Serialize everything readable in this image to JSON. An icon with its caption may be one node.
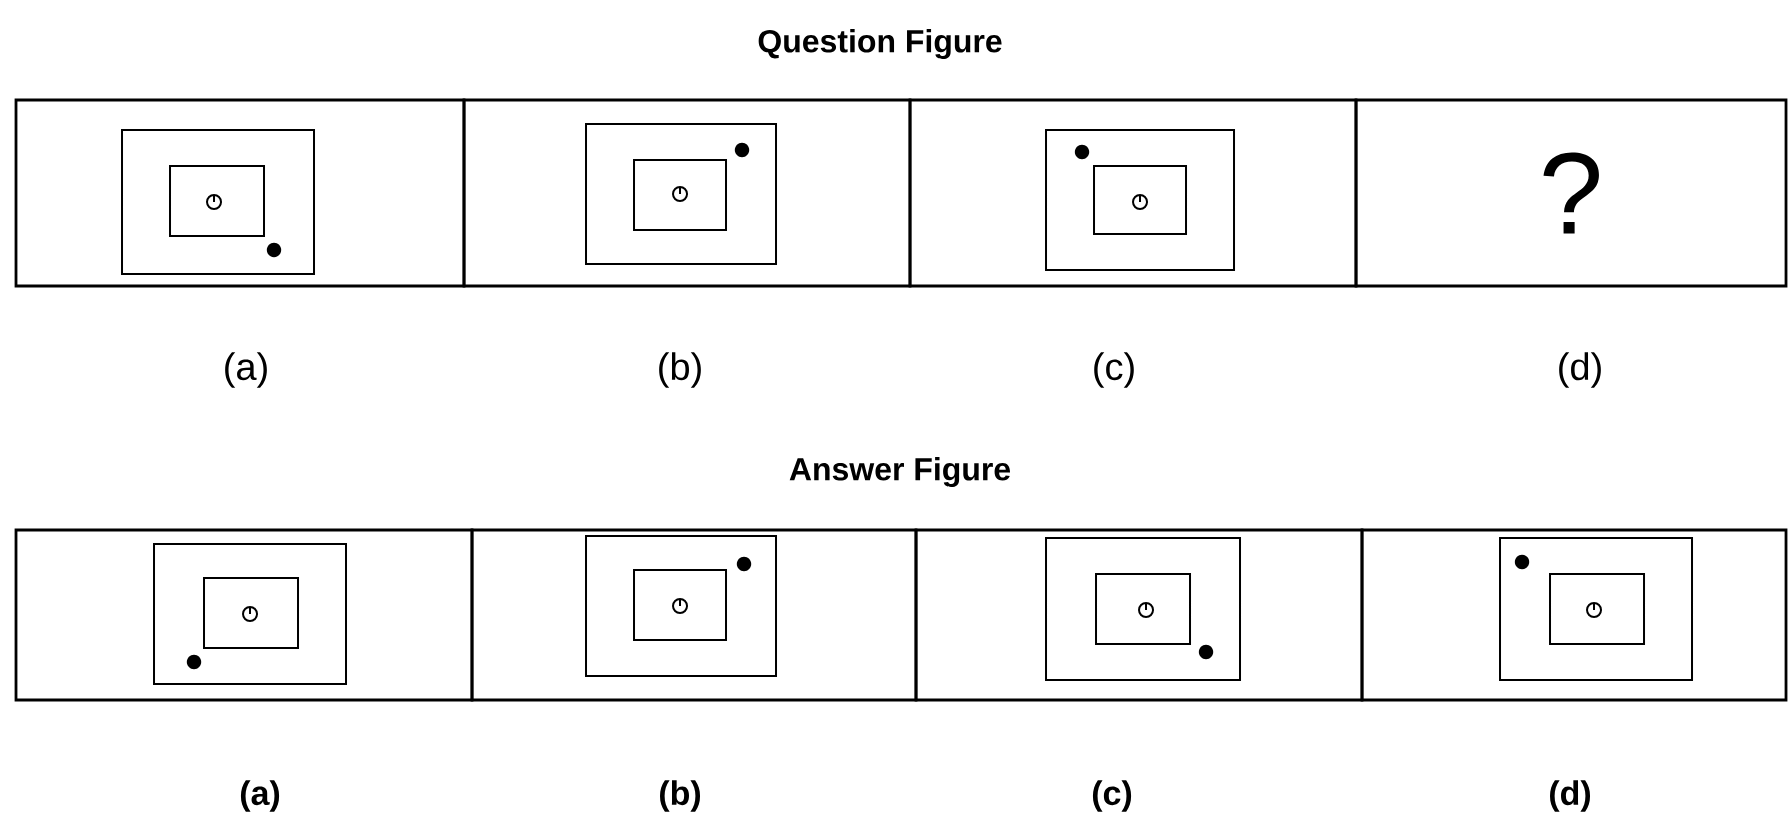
{
  "diagram": {
    "nodes": [
      {
        "text": [],
        "shape": "box"
      },
      {
        "text": [],
        "shape": "box"
      },
      {
        "text": [],
        "shape": "box"
      },
      {
        "text": [
          "?"
        ]
      },
      {
        "text": [],
        "shape": "box"
      },
      {
        "text": [],
        "shape": "box"
      },
      {
        "text": [],
        "shape": "box"
      },
      {
        "text": [],
        "shape": "box"
      }
    ],
    "labels": [
      "Question Figure",
      "(a)",
      "(b)",
      "(c)",
      "(d)",
      "Answer Figure",
      "(a)",
      "(b)",
      "(c)",
      "(d)"
    ]
  }
}
